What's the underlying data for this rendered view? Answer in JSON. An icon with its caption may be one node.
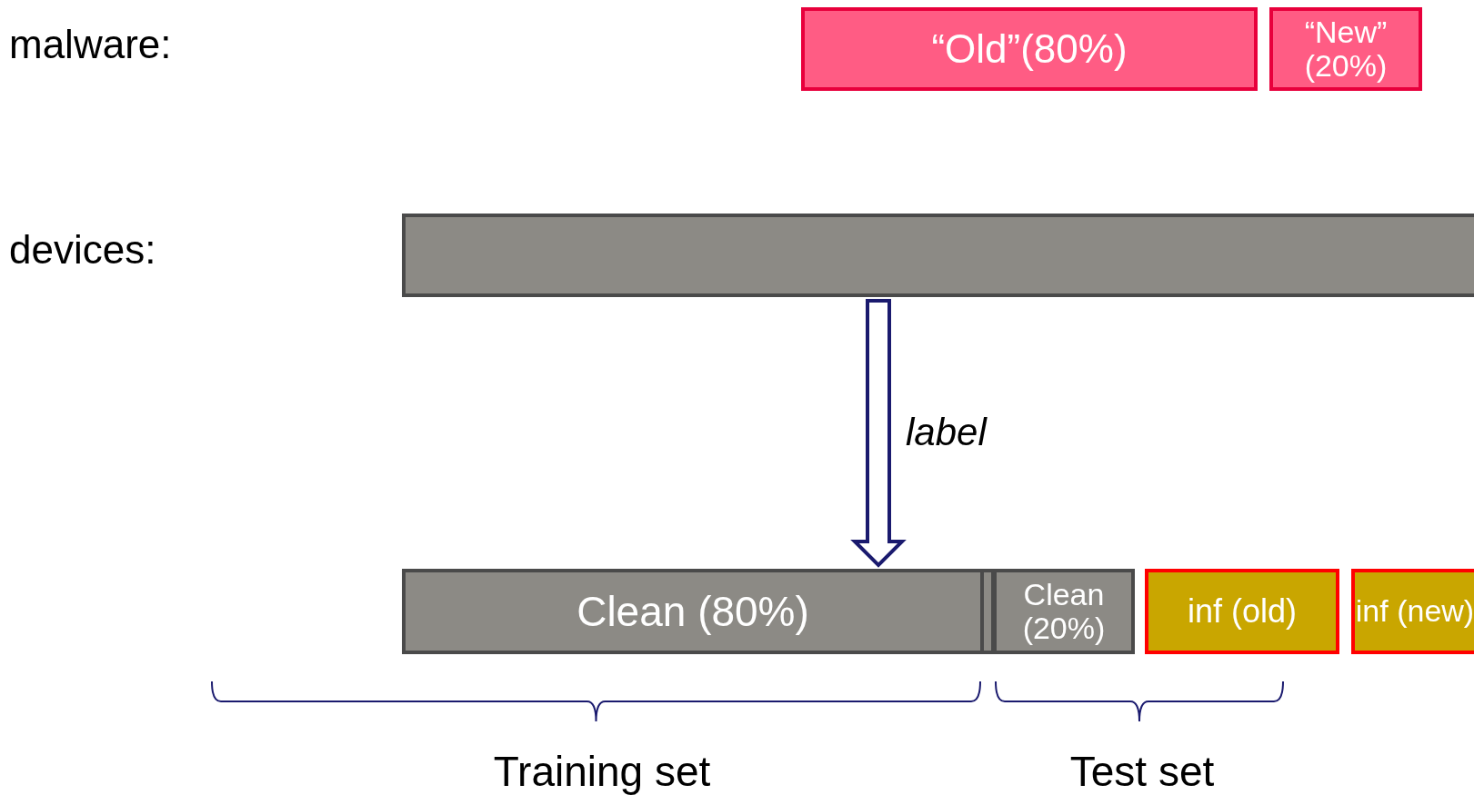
{
  "diagram": {
    "nodes": [
      {
        "text": [
          "“Old”(80%)"
        ]
      },
      {
        "text": [
          "“New” (20%)"
        ]
      },
      {
        "text": [],
        "shape": "bar"
      },
      {
        "text": [
          "Clean (80%)"
        ]
      },
      {
        "text": [],
        "shape": "bar"
      },
      {
        "text": [
          "Clean (20%)"
        ]
      },
      {
        "text": [
          "inf (old)"
        ]
      },
      {
        "text": [
          "inf (new)"
        ]
      }
    ],
    "edges": [
      {
        "from": 2,
        "to": 3,
        "arrow": "to",
        "label": "label"
      }
    ],
    "labels": [
      "malware:",
      "devices:",
      "Training set",
      "Test set"
    ]
  }
}
